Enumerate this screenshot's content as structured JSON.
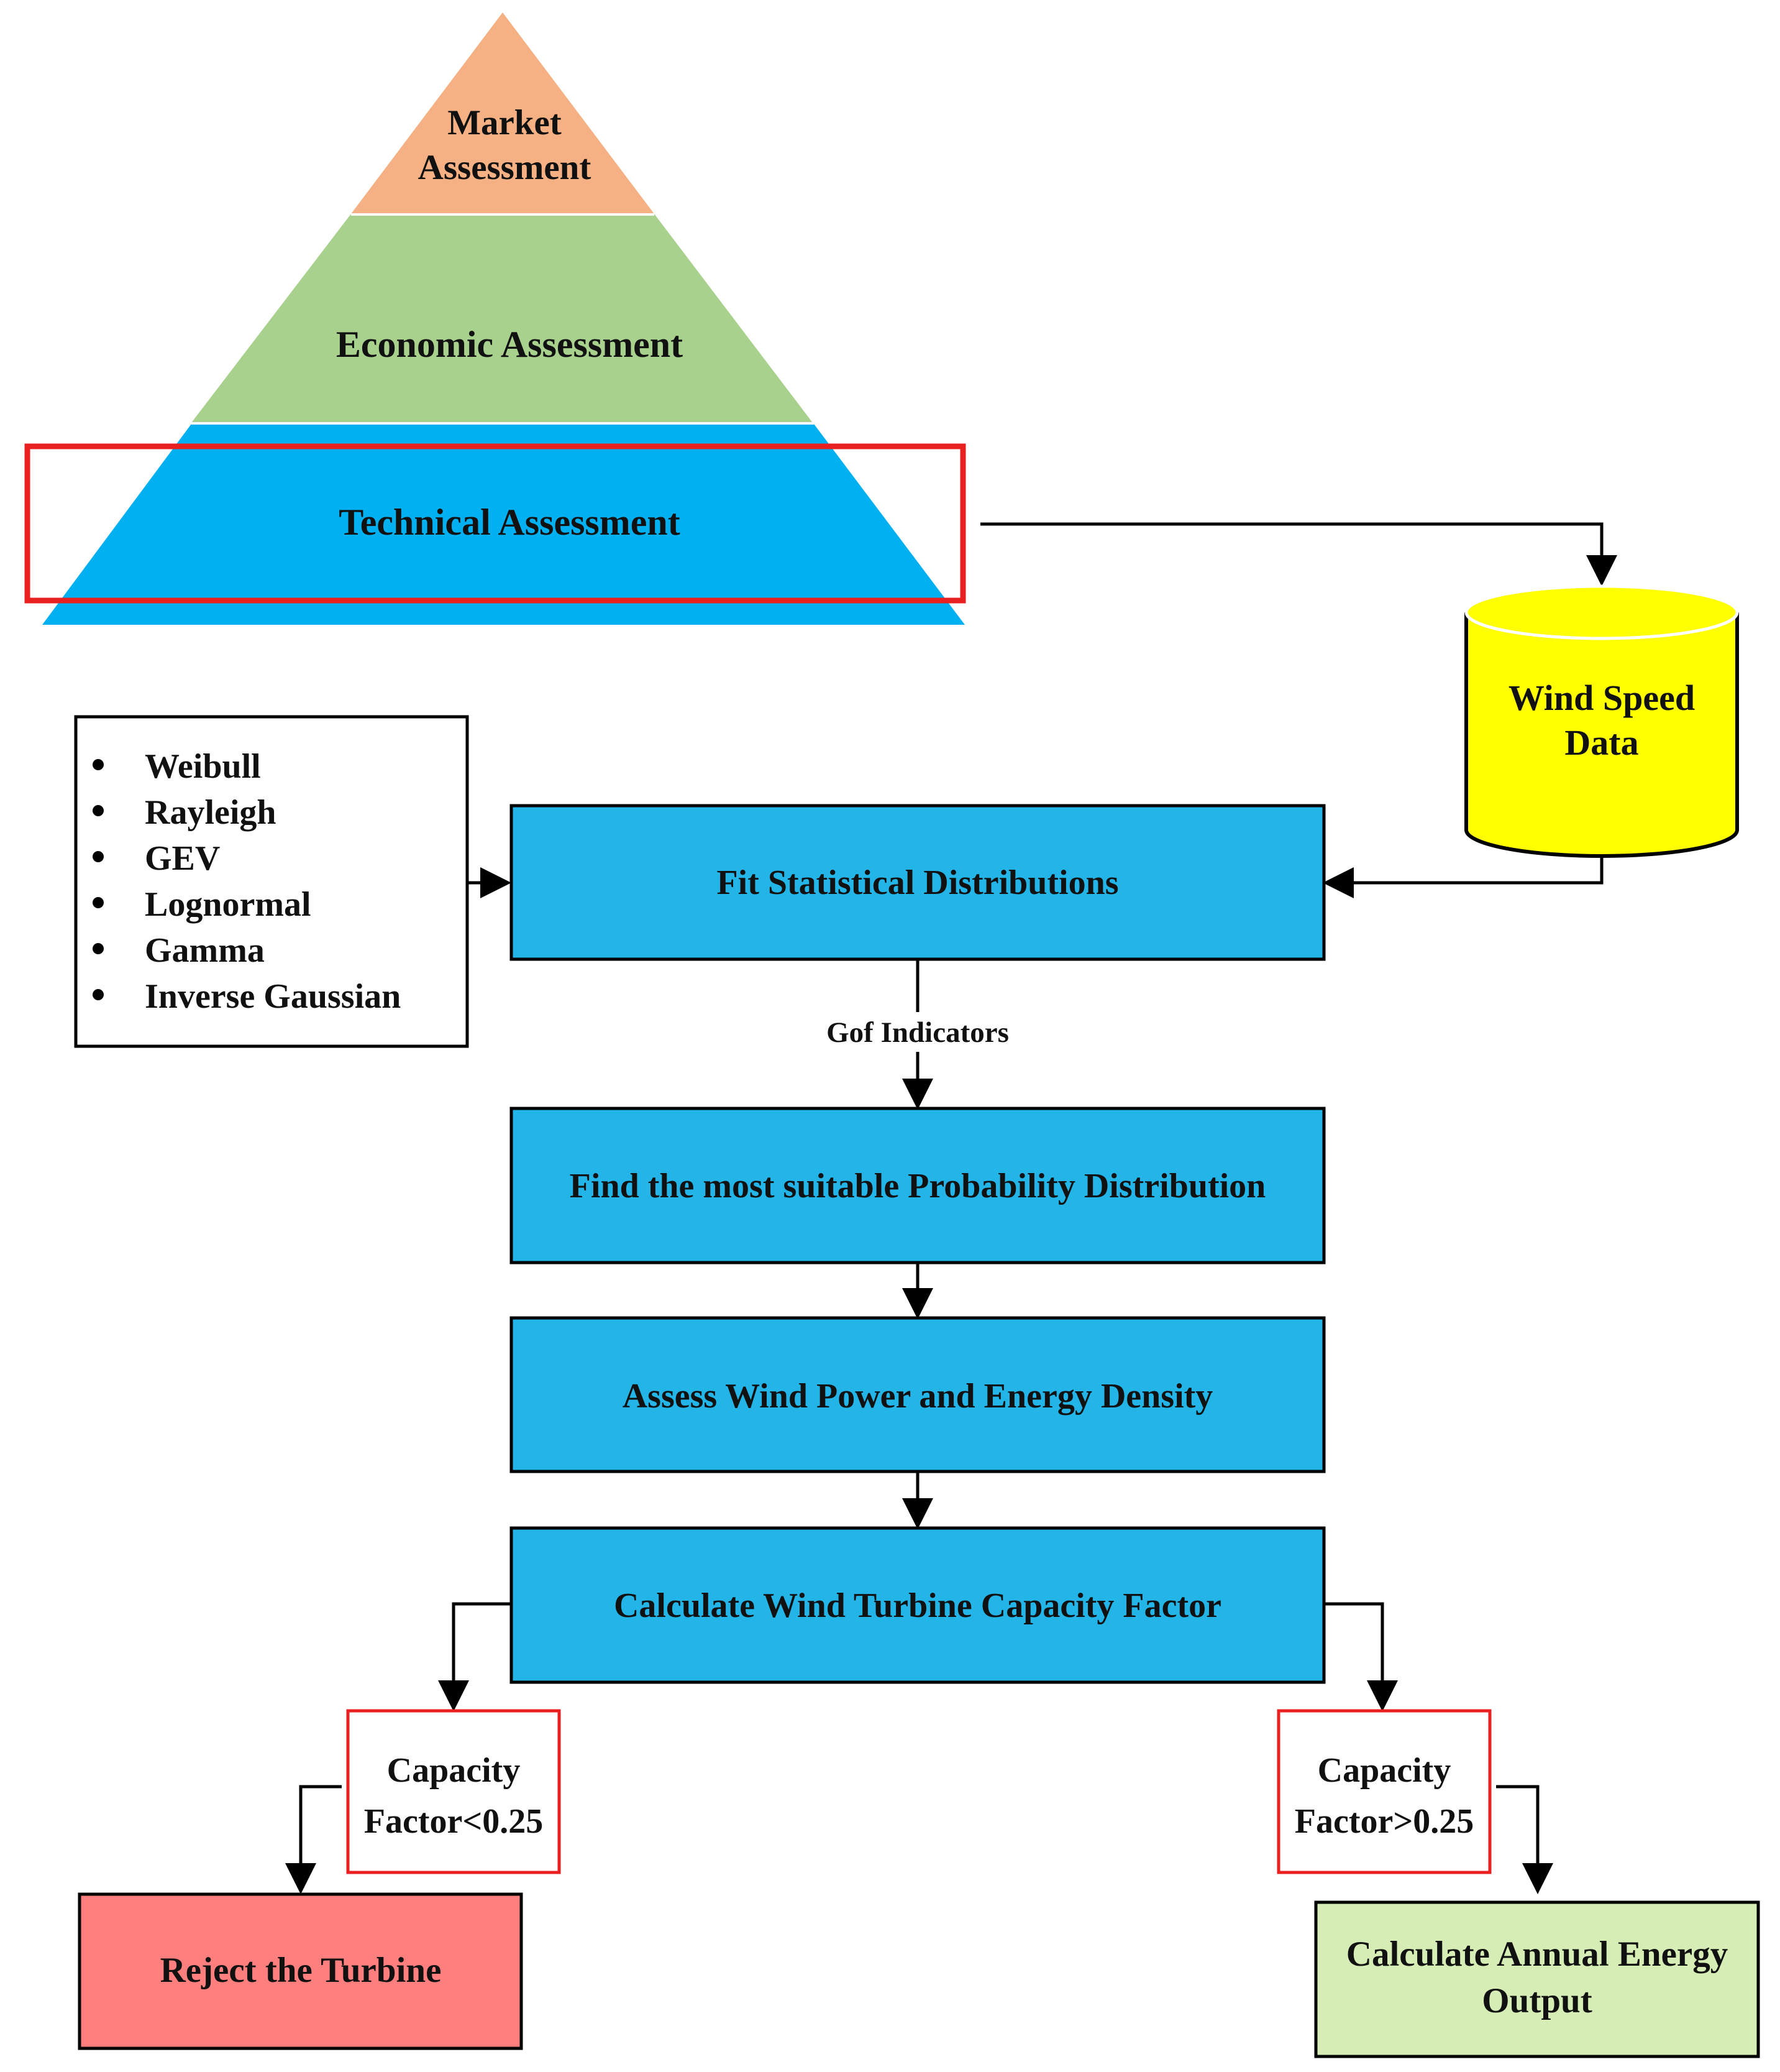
{
  "pyramid": {
    "top_lines": [
      "Market",
      "Assessment"
    ],
    "middle": "Economic Assessment",
    "bottom": "Technical Assessment"
  },
  "database": {
    "lines": [
      "Wind Speed",
      "Data"
    ]
  },
  "distributions": [
    "Weibull",
    "Rayleigh",
    "GEV",
    "Lognormal",
    "Gamma",
    "Inverse Gaussian"
  ],
  "process": {
    "fit": "Fit Statistical Distributions",
    "gof": "Gof Indicators",
    "find": "Find the most suitable Probability Distribution",
    "assess": "Assess Wind Power and Energy Density",
    "calc": "Calculate  Wind Turbine Capacity Factor"
  },
  "conditions": {
    "low": [
      "Capacity",
      "Factor<0.25"
    ],
    "high": [
      "Capacity",
      "Factor>0.25"
    ]
  },
  "outcomes": {
    "reject": "Reject the Turbine",
    "annual": [
      "Calculate Annual Energy",
      "Output"
    ]
  },
  "colors": {
    "market": "#F5B183",
    "economic": "#A9D18E",
    "technical": "#00B0F0",
    "process_box": "#23B5E8",
    "database": "#FFFF00",
    "highlight": "#E82020",
    "reject": "#FF7F7F",
    "annual": "#D6EDB5"
  }
}
